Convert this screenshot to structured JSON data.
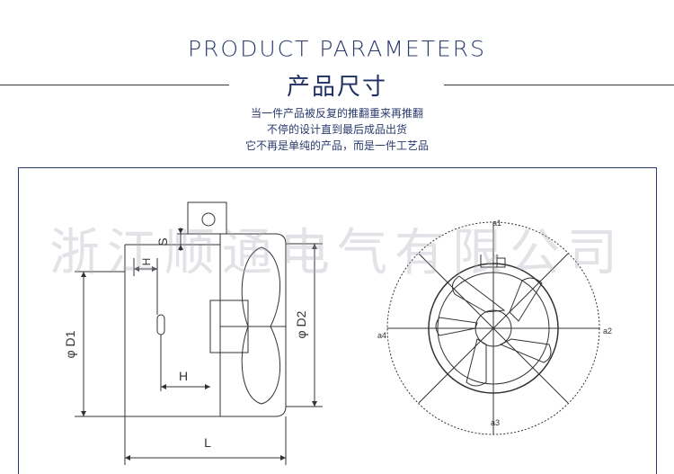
{
  "header": {
    "title_en": "PRODUCT PARAMETERS",
    "title_cn": "产品尺寸"
  },
  "slogan": [
    "当一件产品被反复的推翻重来再推翻",
    "不停的设计直到最后成品出货",
    "它不再是单纯的产品，而是一件工艺品"
  ],
  "watermark": "浙江顺通电气有限公司",
  "side_view": {
    "labels": {
      "s": "S",
      "d1": "φ D1",
      "d2": "φ D2",
      "h": "H",
      "l": "L",
      "top_h": "H"
    }
  },
  "front_view": {
    "labels": {
      "a1": "a1",
      "a2": "a2",
      "a3": "a3",
      "a4": "a4"
    }
  },
  "colors": {
    "heading": "#2a3b6e",
    "frame": "#2a3b6e",
    "line": "#333333"
  }
}
